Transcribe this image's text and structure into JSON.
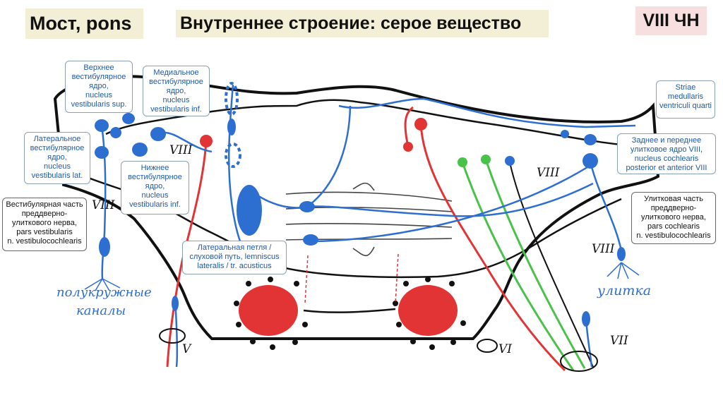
{
  "header": {
    "left_title": "Мост, pons",
    "center_title": "Внутреннее строение: серое вещество",
    "right_badge": "VIII ЧН"
  },
  "labels": {
    "superior_vestibular": "Верхнее\nвестибулярное\nядро,\nnucleus\nvestibularis sup.",
    "medial_vestibular": "Медиальное\nвестибулярное\nядро,\nnucleus\nvestibularis inf.",
    "lateral_vestibular": "Латеральное\nвестибулярное\nядро,\nnucleus\nvestibularis lat.",
    "inferior_vestibular": "Нижнее\nвестибулярное\nядро,\nnucleus\nvestibularis inf.",
    "vestibular_part": "Вестибулярная часть\nпреддверно-\nулиткового нерва,\npars vestibularis\nn. vestibulocochlearis",
    "lateral_lemniscus": "Латеральная петля /\nслуховой путь, lemniscus\nlateralis / tr. acusticus",
    "striae_medullaris": "Striae\nmedullaris\nventriculi quarti",
    "cochlear_nuclei": "Заднее и переднее\nулитковое ядро VIII,\nnucleus cochlearis\nposterior et anterior VIII",
    "cochlear_part": "Улитковая часть\nпреддверно-\nулиткового нерва,\npars cochlearis\nn. vestibulocochlearis"
  },
  "handwriting": {
    "canals_1": "полукружные",
    "canals_2": "каналы",
    "cochlea": "улитка",
    "viii_left_top": "VIII",
    "viii_left": "VIII",
    "viii_right_top": "VIII",
    "viii_right": "VIII",
    "n_v": "V",
    "n_vi": "VI",
    "n_vii": "VII"
  },
  "colors": {
    "nucleus_blue": "#2d6fd0",
    "motor_red": "#e23434",
    "green_fibers": "#49c24a",
    "outline": "#111111",
    "tag_background": "#f3eed6",
    "badge_background": "#f7dfe0"
  }
}
